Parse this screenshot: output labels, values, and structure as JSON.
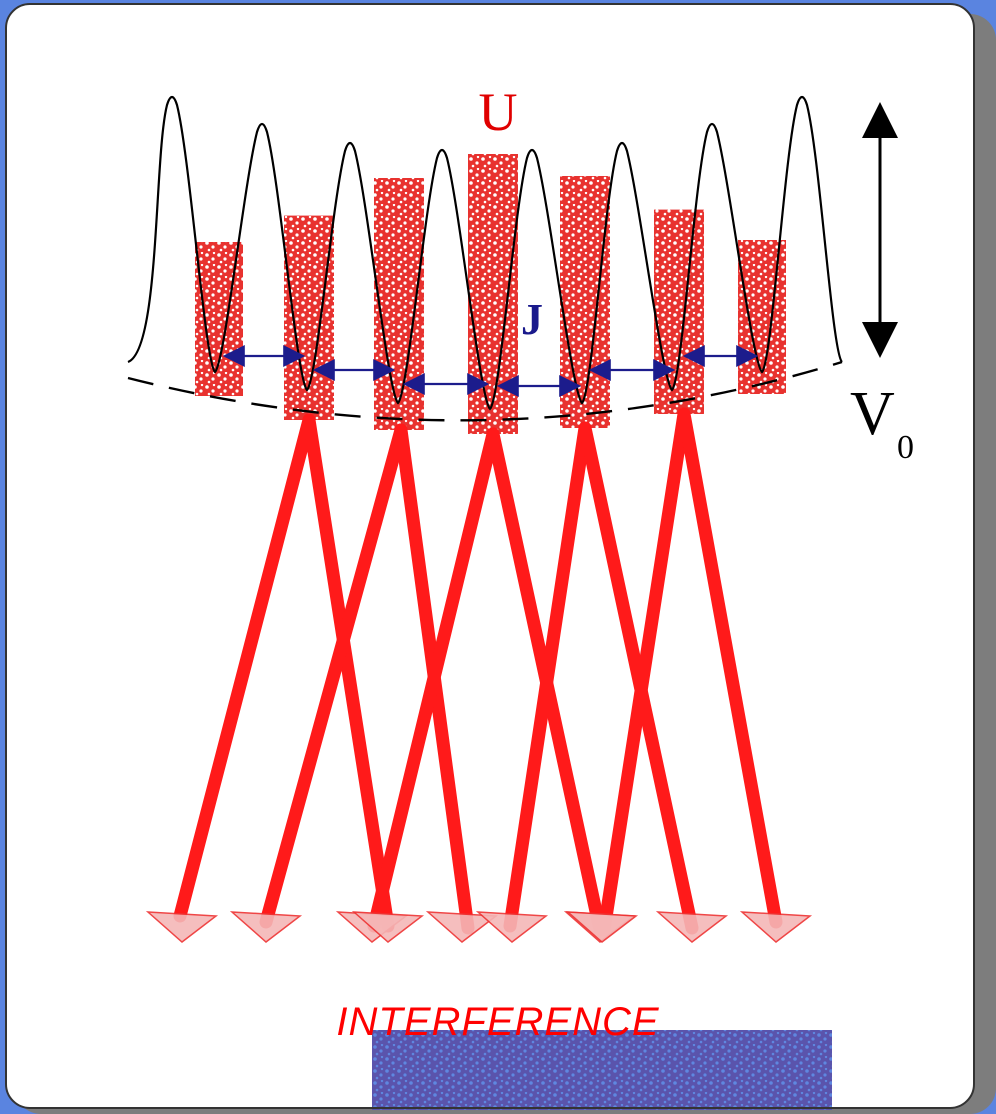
{
  "labels": {
    "u": "U",
    "j": "J",
    "v0_main": "V",
    "v0_sub": "0",
    "interference": "INTERFERENCE"
  },
  "colors": {
    "background_blue": "#5a84e0",
    "panel": "#ffffff",
    "panel_shadow": "#7d7d7d",
    "potential_curve": "#000000",
    "well_fill": "#e8322f",
    "well_dots": "#ffffff",
    "hop_arrow": "#1c1c8c",
    "beam": "#ff1a1a",
    "beam_tip": "#f5b7b7",
    "interference_text": "#ff0000",
    "u_label": "#e00000",
    "j_label": "#1a1a8c",
    "image_blue": "#2a5fd6"
  },
  "sites": [
    {
      "id": 1,
      "occupation": 0.55
    },
    {
      "id": 2,
      "occupation": 0.73
    },
    {
      "id": 3,
      "occupation": 0.9
    },
    {
      "id": 4,
      "occupation": 1.0
    },
    {
      "id": 5,
      "occupation": 0.9
    },
    {
      "id": 6,
      "occupation": 0.73
    },
    {
      "id": 7,
      "occupation": 0.55
    }
  ],
  "icons": {
    "potential_depth_arrow": "double-arrow-vertical",
    "hop_arrows": "double-arrow-horizontal",
    "beam_tips": "arrow-head"
  }
}
